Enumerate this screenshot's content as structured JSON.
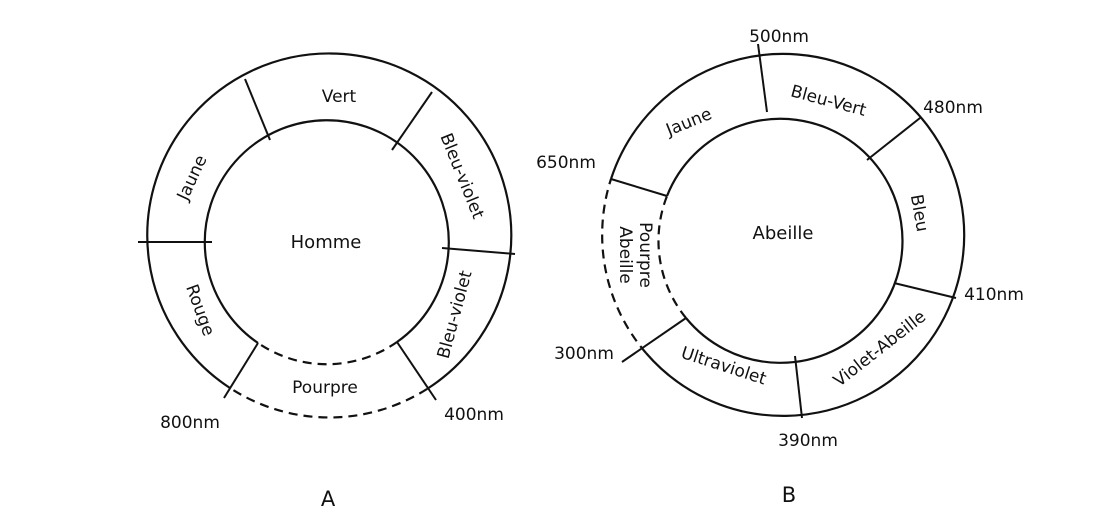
{
  "diagrams": [
    {
      "id": "A",
      "panel_label": "A",
      "center_label": "Homme",
      "segments": [
        {
          "key": "vert",
          "label": "Vert"
        },
        {
          "key": "bleu-violet-1",
          "label": "Bleu-violet"
        },
        {
          "key": "bleu-violet-2",
          "label": "Bleu-violet"
        },
        {
          "key": "pourpre",
          "label": "Pourpre"
        },
        {
          "key": "rouge",
          "label": "Rouge"
        },
        {
          "key": "jaune",
          "label": "Jaune"
        }
      ],
      "wavelength_marks": [
        {
          "key": "400",
          "label": "400nm"
        },
        {
          "key": "800",
          "label": "800nm"
        }
      ]
    },
    {
      "id": "B",
      "panel_label": "B",
      "center_label": "Abeille",
      "segments": [
        {
          "key": "bleu-vert",
          "label": "Bleu-Vert"
        },
        {
          "key": "bleu",
          "label": "Bleu"
        },
        {
          "key": "violet-abeille",
          "label": "Violet-Abeille"
        },
        {
          "key": "ultraviolet",
          "label": "Ultraviolet"
        },
        {
          "key": "pourpre-abeille",
          "label": "Pourpre Abeille",
          "lines": [
            "Pourpre",
            "Abeille"
          ]
        },
        {
          "key": "jaune",
          "label": "Jaune"
        }
      ],
      "wavelength_marks": [
        {
          "key": "500",
          "label": "500nm"
        },
        {
          "key": "480",
          "label": "480nm"
        },
        {
          "key": "410",
          "label": "410nm"
        },
        {
          "key": "390",
          "label": "390nm"
        },
        {
          "key": "300",
          "label": "300nm"
        },
        {
          "key": "650",
          "label": "650nm"
        }
      ]
    }
  ]
}
